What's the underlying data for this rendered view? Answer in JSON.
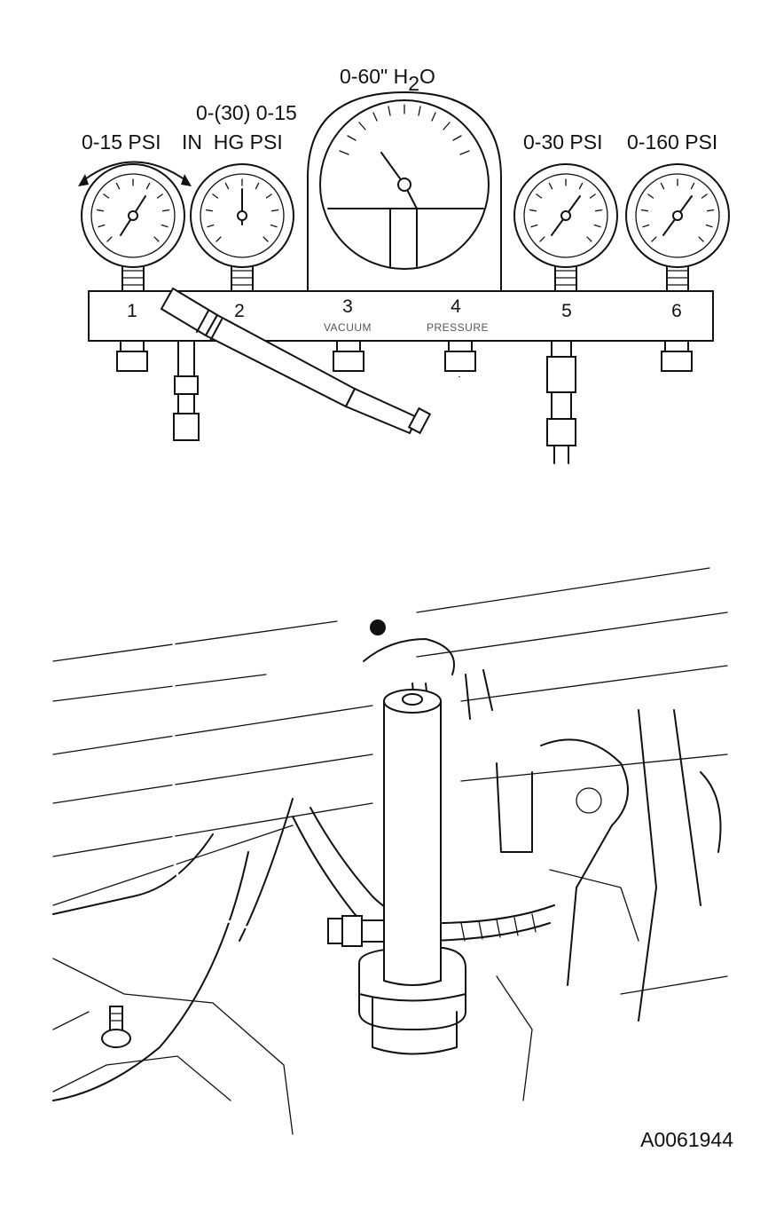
{
  "labels": {
    "gauge_1_range": "0-15 PSI",
    "gauge_2_range_line1": "0-(30) 0-15",
    "gauge_2_range_line2": "IN  HG PSI",
    "gauge_h2o_range_prefix": "0-60\" H",
    "gauge_h2o_range_sub": "2",
    "gauge_h2o_range_suffix": "O",
    "gauge_5_range": "0-30 PSI",
    "gauge_6_range": "0-160 PSI"
  },
  "ports": [
    {
      "number": "1",
      "name": ""
    },
    {
      "number": "2",
      "name": ""
    },
    {
      "number": "3",
      "name": "VACUUM"
    },
    {
      "number": "4",
      "name": "PRESSURE"
    },
    {
      "number": "5",
      "name": ""
    },
    {
      "number": "6",
      "name": ""
    }
  ],
  "figure_id": "A0061944",
  "colors": {
    "line": "#111111",
    "background": "#ffffff"
  }
}
